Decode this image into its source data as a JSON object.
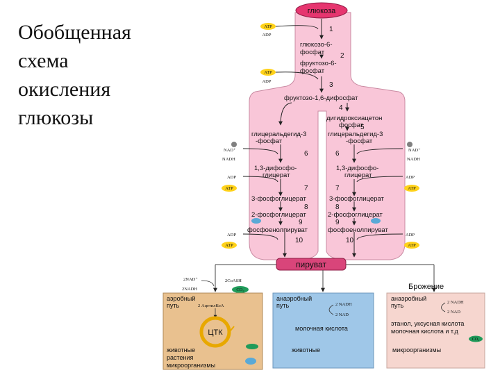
{
  "slide": {
    "title_lines": [
      "Обобщенная",
      "схема",
      "окисления",
      "глюкозы"
    ]
  },
  "diagram": {
    "top_node": "глюкоза",
    "bottom_node": "пируват",
    "cofactors": {
      "atp": "ATP",
      "adp": "ADP",
      "nad": "NAD⁺",
      "nadh": "NADH"
    },
    "steps": [
      "1",
      "2",
      "3",
      "4",
      "5",
      "6",
      "7",
      "8",
      "9",
      "10"
    ],
    "metabolites": {
      "g6p": [
        "глюкозо-6-",
        "фосфат"
      ],
      "f6p": [
        "фруктозо-6-",
        "фосфат"
      ],
      "fbp": "фруктозо-1,6-дифосфат",
      "dhap": [
        "дигидроксиацетон",
        "фосфат"
      ],
      "g3p": [
        "глицеральдегид-3",
        "-фосфат"
      ],
      "bpg": [
        "1,3-дифосфо-",
        "глицерат"
      ],
      "pg3": "3-фосфоглицерат",
      "pg2": "2-фосфоглицерат",
      "pep": "фосфоенолпируват"
    },
    "aerobic": {
      "title": [
        "аэробный",
        "путь"
      ],
      "cycle": "ЦТК",
      "organisms": [
        "животные",
        "растения",
        "микроорганизмы"
      ],
      "inputs": [
        "2NAD⁺",
        "2NADH",
        "2CoASH"
      ],
      "product": "2 АцетилКоА",
      "co2": "CO₂"
    },
    "anaerobic": {
      "title": [
        "анаэробный",
        "путь"
      ],
      "nadh": "2 NADH",
      "nad": "2 NAD",
      "product": "молочная кислота",
      "organisms": "животные"
    },
    "fermentation": {
      "header": "Брожение",
      "title": [
        "анаэробный",
        "путь"
      ],
      "nadh": "2 NADH",
      "nad": "2 NAD",
      "products": [
        "этанол, уксусная кислота",
        "молочная кислота и т.д"
      ],
      "organisms": "микроорганизмы",
      "co2": "CO₂"
    }
  },
  "colors": {
    "pathway_fill": "#f9c6d8",
    "pathway_stroke": "#c98aa2",
    "glucose_fill": "#e6356f",
    "pyruvate_fill": "#d9457a",
    "atp_badge": "#ffd21a",
    "nad_badge": "#808080",
    "aerobic_fill": "#e9c18f",
    "anaerobic_fill": "#9fc7e8",
    "fermentation_fill": "#f6d6cf",
    "cycle_ring": "#e8a800",
    "co2_badge": "#1f9b5a",
    "blob_blue": "#5aa9d6"
  }
}
